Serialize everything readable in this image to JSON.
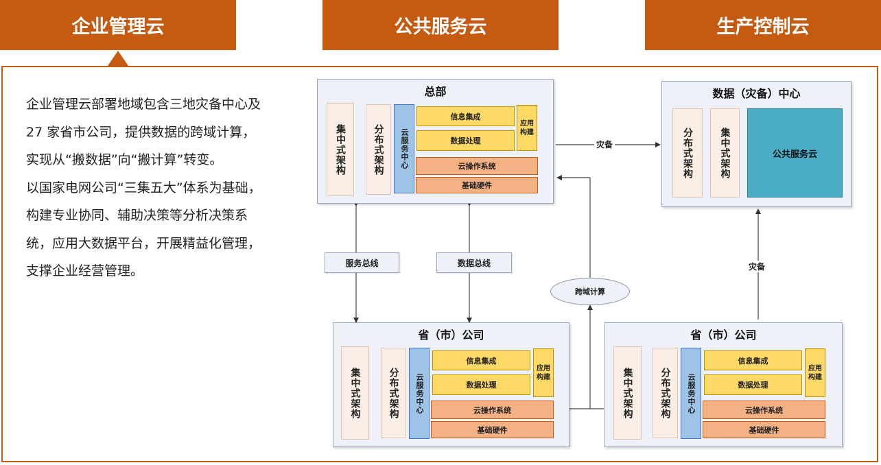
{
  "tabs": [
    "企业管理云",
    "公共服务云",
    "生产控制云"
  ],
  "description": [
    "企业管理云部署地域包含三地灾备中心及 27 家省市公司，提供数据的跨域计算，实现从“搬数据”向“搬计算”转变。",
    "以国家电网公司“三集五大”体系为基础，构建专业协同、辅助决策等分析决策系统，应用大数据平台，开展精益化管理，支撑企业经营管理。"
  ],
  "diagram": {
    "hq": {
      "title": "总部",
      "centralized": "集中式架构",
      "distributed": "分布式架构",
      "cloud_center": "云服务中心",
      "info_integration": "信息集成",
      "data_processing": "数据处理",
      "app_build": "应用构建",
      "cloud_os": "云操作系统",
      "hardware": "基础硬件"
    },
    "dc": {
      "title": "数据（灾备）中心",
      "distributed": "分布式架构",
      "centralized": "集中式架构",
      "public_cloud": "公共服务云"
    },
    "province_left": {
      "title": "省（市）公司",
      "centralized": "集中式架构",
      "distributed": "分布式架构",
      "cloud_center": "云服务中心",
      "info_integration": "信息集成",
      "data_processing": "数据处理",
      "app_build": "应用构建",
      "cloud_os": "云操作系统",
      "hardware": "基础硬件"
    },
    "province_right": {
      "title": "省（市）公司",
      "centralized": "集中式架构",
      "distributed": "分布式架构",
      "cloud_center": "云服务中心",
      "info_integration": "信息集成",
      "data_processing": "数据处理",
      "app_build": "应用构建",
      "cloud_os": "云操作系统",
      "hardware": "基础硬件"
    },
    "service_bus": "服务总线",
    "data_bus": "数据总线",
    "cross_domain": "跨域计算",
    "backup_top": "灾备",
    "backup_right": "灾备"
  }
}
